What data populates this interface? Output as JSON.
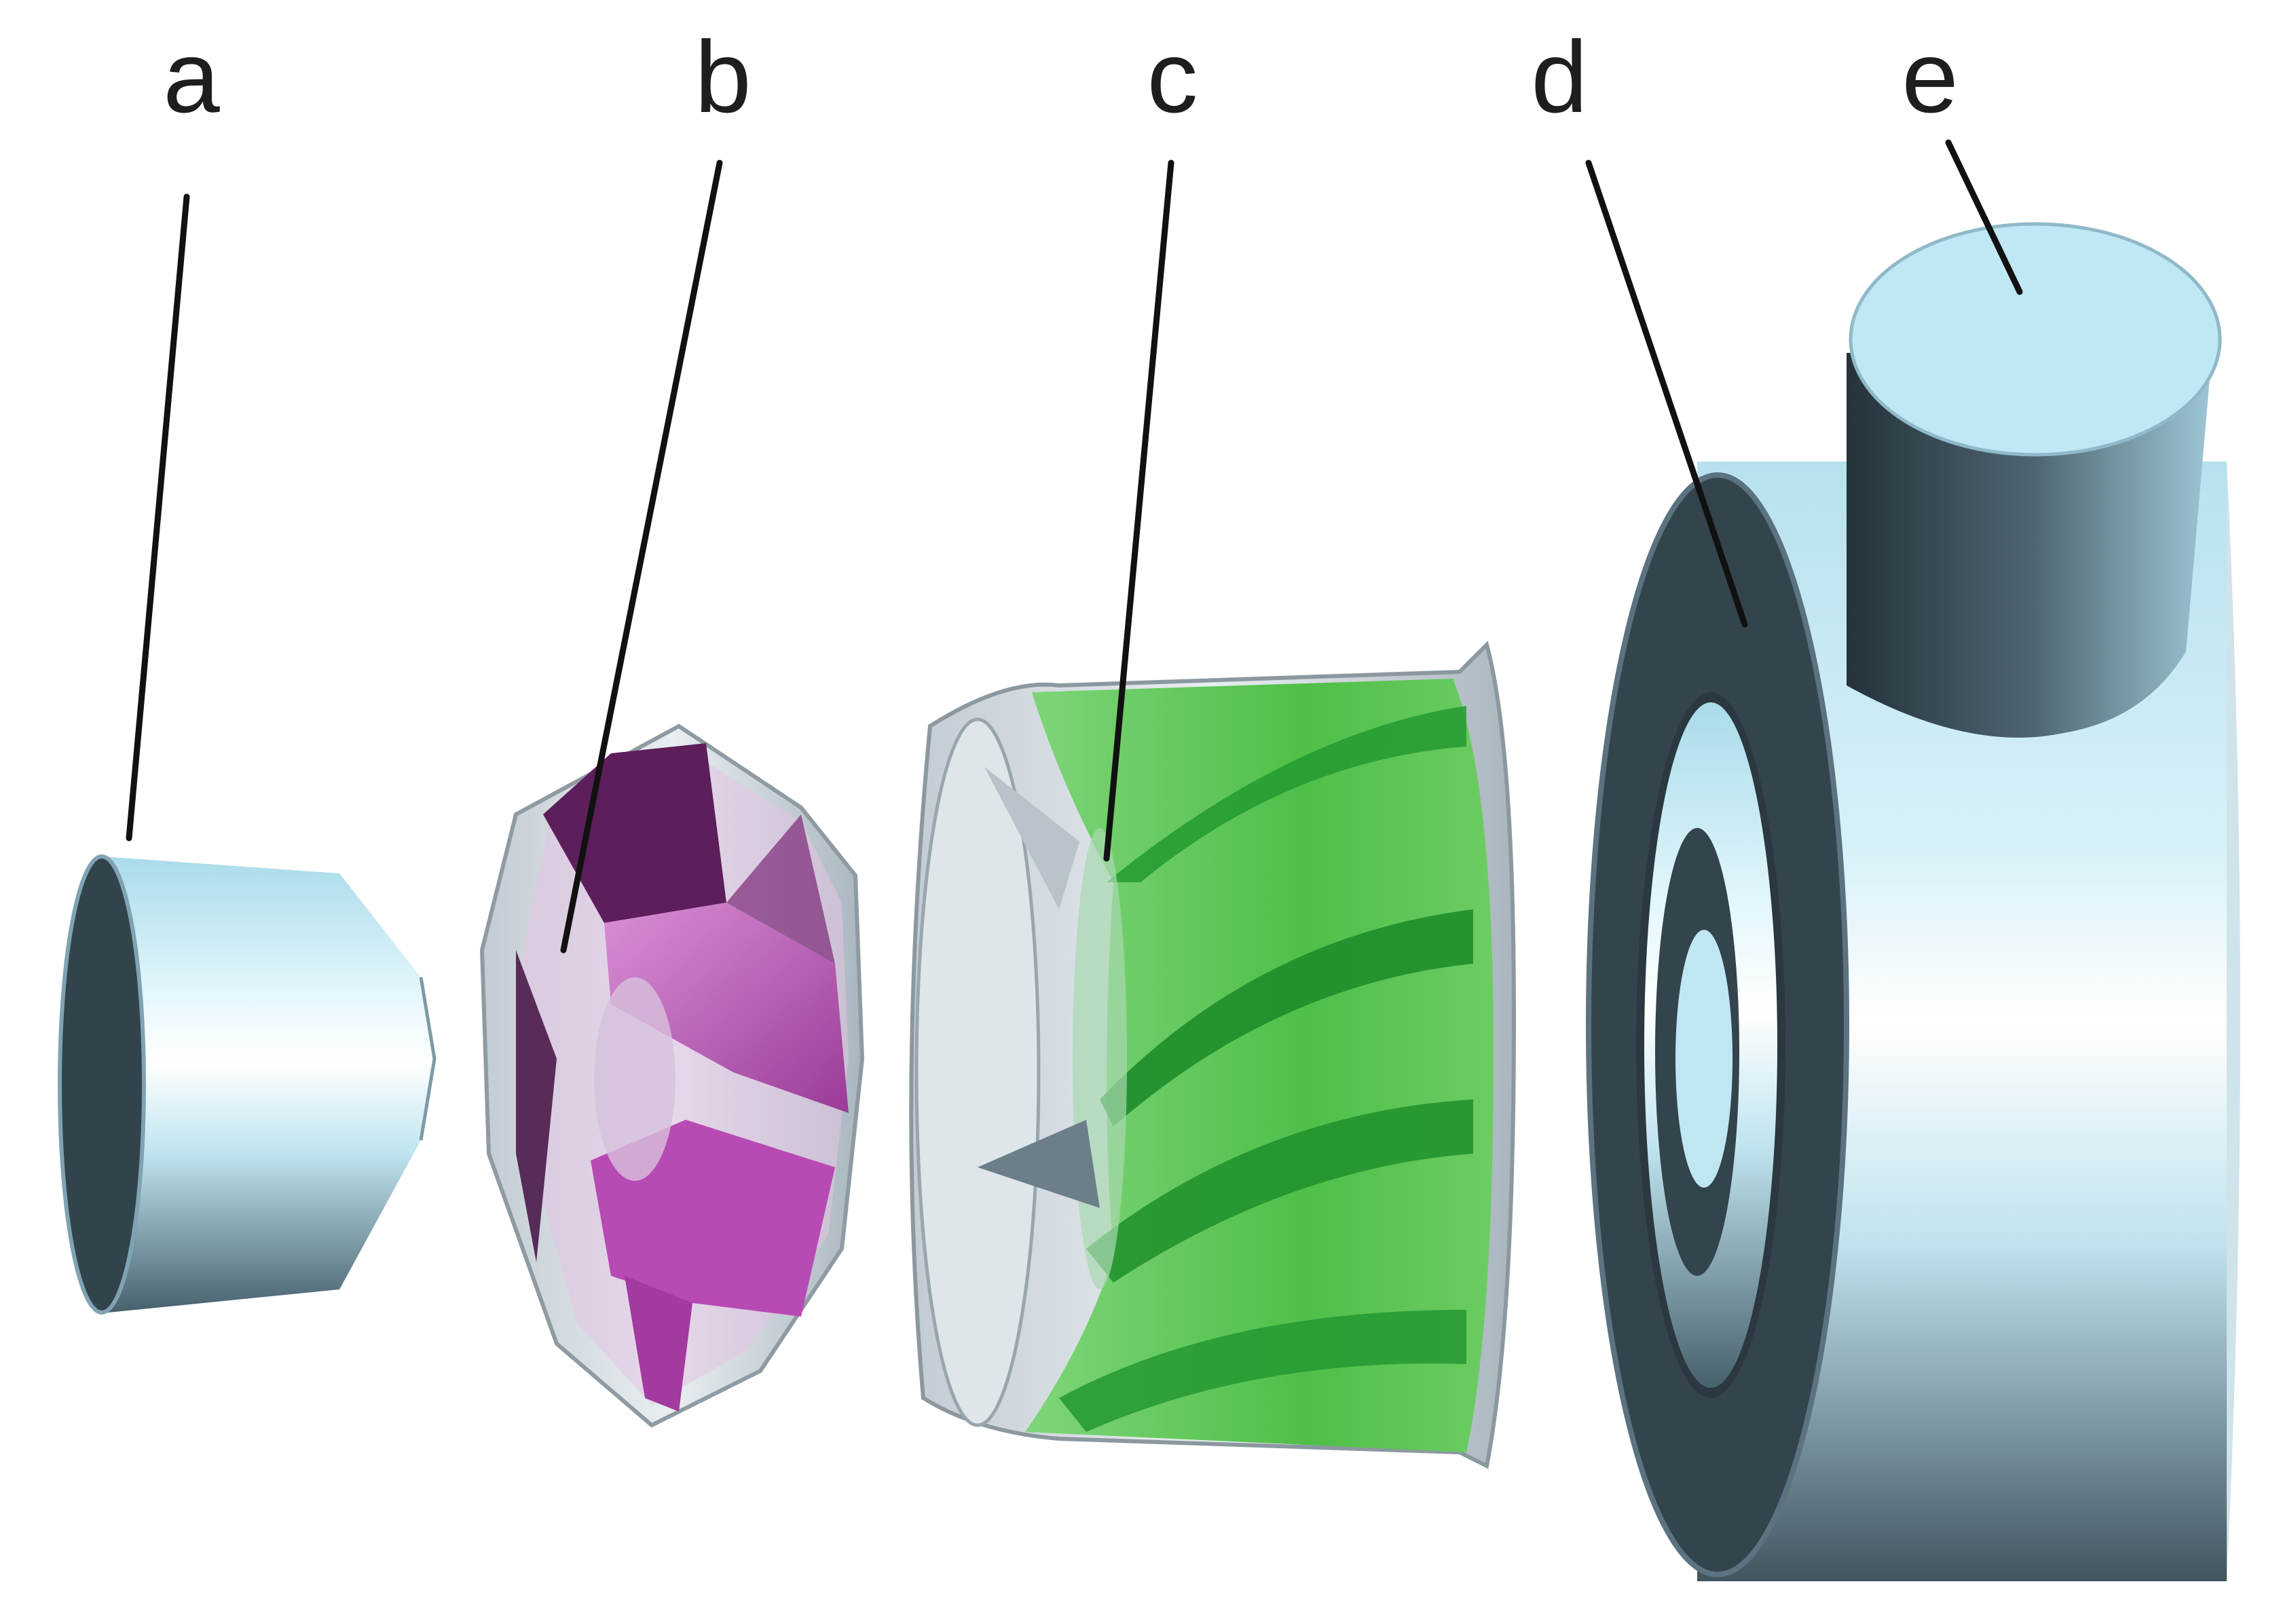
{
  "labels": {
    "a": "a",
    "b": "b",
    "c": "c",
    "d": "d",
    "e": "e"
  },
  "colors": {
    "metal_light": "#d6f2fb",
    "metal_dark": "#35434b",
    "grey_housing": "#cdd6dd",
    "magenta": "#b23fb0",
    "purple_dark": "#5a1d5a",
    "green": "#55c04a",
    "green_dark": "#1f8f2c",
    "background": "#ffffff"
  }
}
